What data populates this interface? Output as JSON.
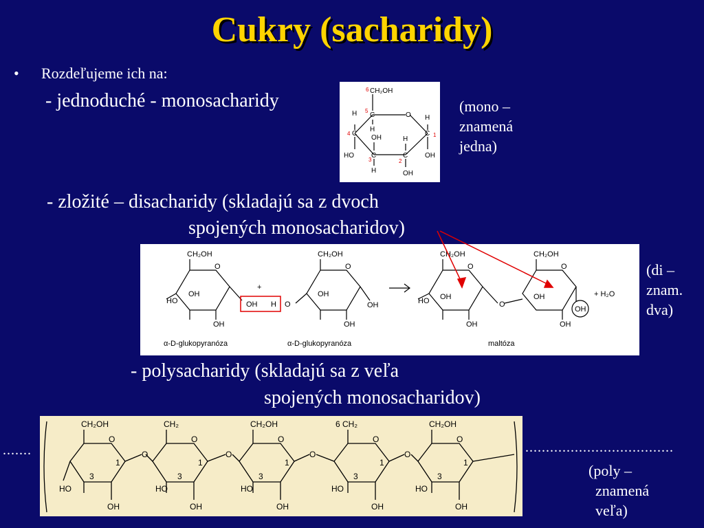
{
  "slide": {
    "title": "Cukry (sacharidy)",
    "bullet_symbol": "•",
    "intro": "Rozdeľujeme ich na:",
    "mono_line": "- jednoduché - monosacharidy",
    "mono_note": [
      "(mono –",
      "znamená",
      "jedna)"
    ],
    "di_line_1": "- zložité – disacharidy (skladajú sa z dvoch",
    "di_line_2": "spojených monosacharidov)",
    "di_note": [
      "(di –",
      "znam.",
      "dva)"
    ],
    "poly_line_1": "- polysacharidy (skladajú sa z veľa",
    "poly_line_2": "spojených monosacharidov)",
    "poly_note": [
      "(poly  –",
      "znamená",
      "veľa)"
    ],
    "dots_left": ".......",
    "dots_right": "...................................."
  },
  "glucose_diagram": {
    "ch2oh": "CH₂OH",
    "o": "O",
    "c": "C",
    "h": "H",
    "oh": "OH",
    "ho": "HO",
    "numbers": [
      "1",
      "2",
      "3",
      "4",
      "5",
      "6"
    ],
    "number_color": "#e00000"
  },
  "disaccharide_diagram": {
    "plus": "+",
    "arrow": "→",
    "water": "+ H₂O",
    "oh": "OH",
    "h": "H",
    "o": "O",
    "ho": "HO",
    "ch2oh": "CH₂OH",
    "label_1": "α-D-glukopyranóza",
    "label_2": "α-D-glukopyranóza",
    "label_3": "maltóza",
    "highlight_color": "#e00000"
  },
  "polysaccharide_diagram": {
    "ch2oh": "CH₂OH",
    "ch2": "CH₂",
    "o": "O",
    "oh": "OH",
    "ho": "HO",
    "one": "1",
    "three": "3",
    "six": "6"
  }
}
